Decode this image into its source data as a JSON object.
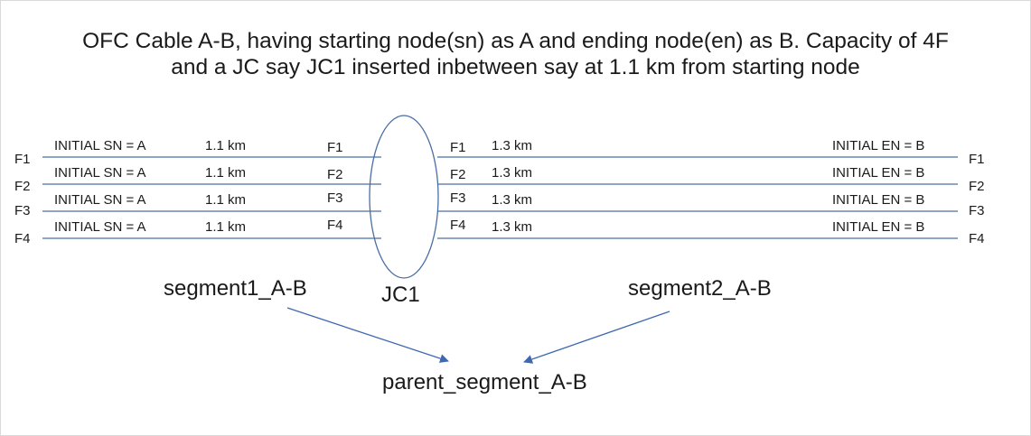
{
  "title": {
    "line1": "OFC Cable A-B, having starting node(sn) as A and ending node(en) as B. Capacity of 4F",
    "line2": "and a JC say JC1 inserted inbetween say at 1.1 km from starting node"
  },
  "fiber_labels": [
    "F1",
    "F2",
    "F3",
    "F4"
  ],
  "segment1": {
    "name": "segment1_A-B",
    "rows": [
      {
        "node": "INITIAL SN = A",
        "distance": "1.1 km",
        "fiber": "F1"
      },
      {
        "node": "INITIAL SN = A",
        "distance": "1.1 km",
        "fiber": "F2"
      },
      {
        "node": "INITIAL SN = A",
        "distance": "1.1 km",
        "fiber": "F3"
      },
      {
        "node": "INITIAL SN = A",
        "distance": "1.1 km",
        "fiber": "F4"
      }
    ]
  },
  "segment2": {
    "name": "segment2_A-B",
    "rows": [
      {
        "fiber": "F1",
        "distance": "1.3 km",
        "node": "INITIAL EN = B"
      },
      {
        "fiber": "F2",
        "distance": "1.3 km",
        "node": "INITIAL EN = B"
      },
      {
        "fiber": "F3",
        "distance": "1.3 km",
        "node": "INITIAL EN = B"
      },
      {
        "fiber": "F4",
        "distance": "1.3 km",
        "node": "INITIAL EN = B"
      }
    ]
  },
  "joint_closure": {
    "name": "JC1"
  },
  "parent": {
    "name": "parent_segment_A-B"
  },
  "colors": {
    "line": "#4a6fa5",
    "arrow": "#3f68b0",
    "text": "#1a1a1a"
  }
}
